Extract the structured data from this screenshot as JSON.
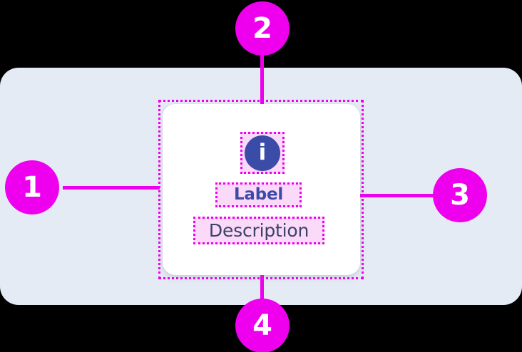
{
  "diagram": {
    "panel": {
      "background_color": "#e5ebf4"
    },
    "card": {
      "background_color": "#ffffff",
      "info_icon": {
        "name": "info-icon",
        "glyph": "i",
        "circle_color": "#3b4ba8",
        "glyph_color": "#ffffff"
      },
      "label": "Label",
      "description": "Description",
      "label_color": "#3b4ba8",
      "description_color": "#3c4368"
    },
    "annotation": {
      "outline_color": "#ee00ee",
      "highlight_color": "#fbd9f9",
      "badge_color": "#ee00ee",
      "badge_text_color": "#ffffff"
    },
    "callouts": [
      {
        "number": "1",
        "target": "card-container"
      },
      {
        "number": "2",
        "target": "info-icon"
      },
      {
        "number": "3",
        "target": "label"
      },
      {
        "number": "4",
        "target": "description"
      }
    ]
  }
}
